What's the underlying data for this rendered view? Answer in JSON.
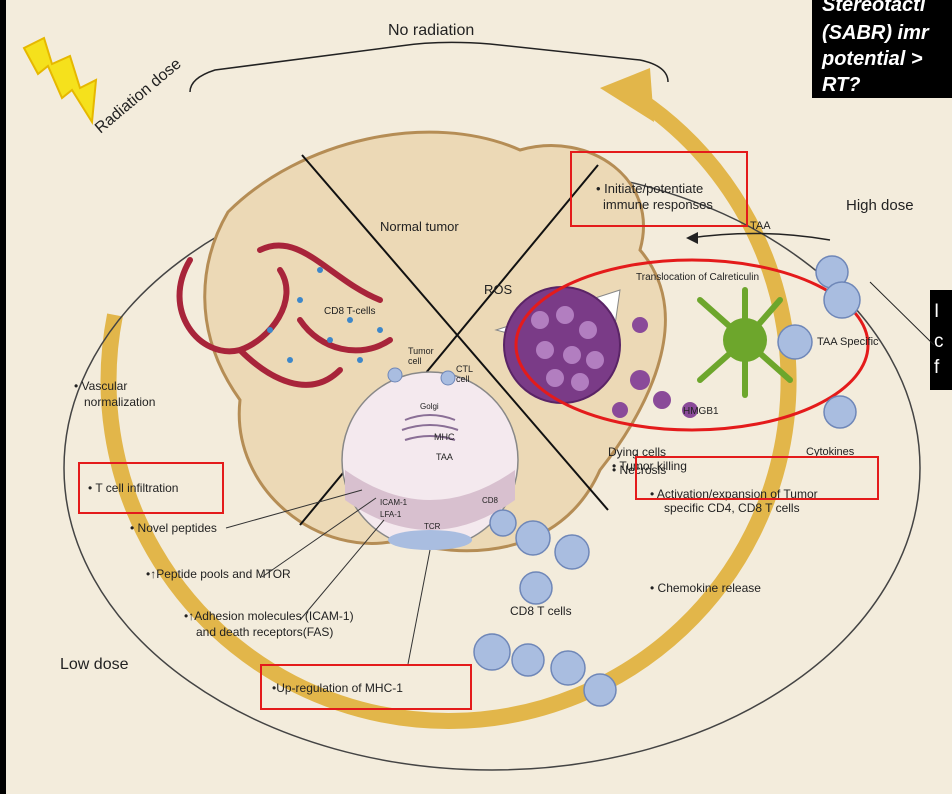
{
  "header": {
    "title_lines": [
      "Stereotacti",
      "(SABR) imr",
      "potential >",
      "RT?"
    ]
  },
  "side_note": {
    "lines": [
      "I",
      "c",
      "f"
    ]
  },
  "diagram": {
    "ring_labels": {
      "no_radiation": "No radiation",
      "radiation_dose": "Radiation dose",
      "high_dose": "High dose",
      "low_dose": "Low dose"
    },
    "quadrant_labels": {
      "normal_tumor": "Normal tumor",
      "ros": "ROS",
      "cd8_tcells_top": "CD8 T-cells",
      "tumor_cell": "Tumor cell",
      "ctl_cell": "CTL cell",
      "golgi": "Golgi",
      "mhc": "MHC",
      "taa_inner": "TAA",
      "icam": "ICAM-1",
      "lfa": "LFA-1",
      "cd8_inner": "CD8",
      "tcr": "TCR"
    },
    "right_labels": {
      "taa": "TAA",
      "translocation": "Translocation of Calreticulin",
      "taa_specific": "TAA Specific",
      "hmgb1": "HMGB1",
      "dying_cells": "Dying cells",
      "cytokines": "Cytokines",
      "necrosis": "• Necrosis",
      "chemokine": "• Chemokine release",
      "cd8_tcells_bottom": "CD8 T cells"
    },
    "bullets": {
      "initiate_1": "• Initiate/potentiate",
      "initiate_2": "immune responses",
      "vascular_1": "• Vascular",
      "vascular_2": "normalization",
      "t_infiltration": "• T cell infiltration",
      "novel_peptides": "• Novel peptides",
      "peptide_pools": "•↑Peptide pools and MTOR",
      "adhesion_1": "•↑Adhesion molecules (ICAM-1)",
      "adhesion_2": "and death receptors(FAS)",
      "mhc_up": "•Up-regulation of MHC-1",
      "tumor_killing": "• Tumor killing",
      "activation_1": "• Activation/expansion of Tumor",
      "activation_2": "specific CD4, CD8 T cells"
    }
  },
  "colors": {
    "background": "#000000",
    "paper": "#f3ecdc",
    "arrow_gold": "#e2b64a",
    "highlight_red": "#e41b1b",
    "tumor_fill": "#ecd9b6",
    "cell_blue": "#a9bde0",
    "cell_purple": "#7a3b87",
    "dendritic_green": "#6da62c",
    "vessel_red": "#a8243a",
    "bolt_yellow": "#f5e11c"
  }
}
